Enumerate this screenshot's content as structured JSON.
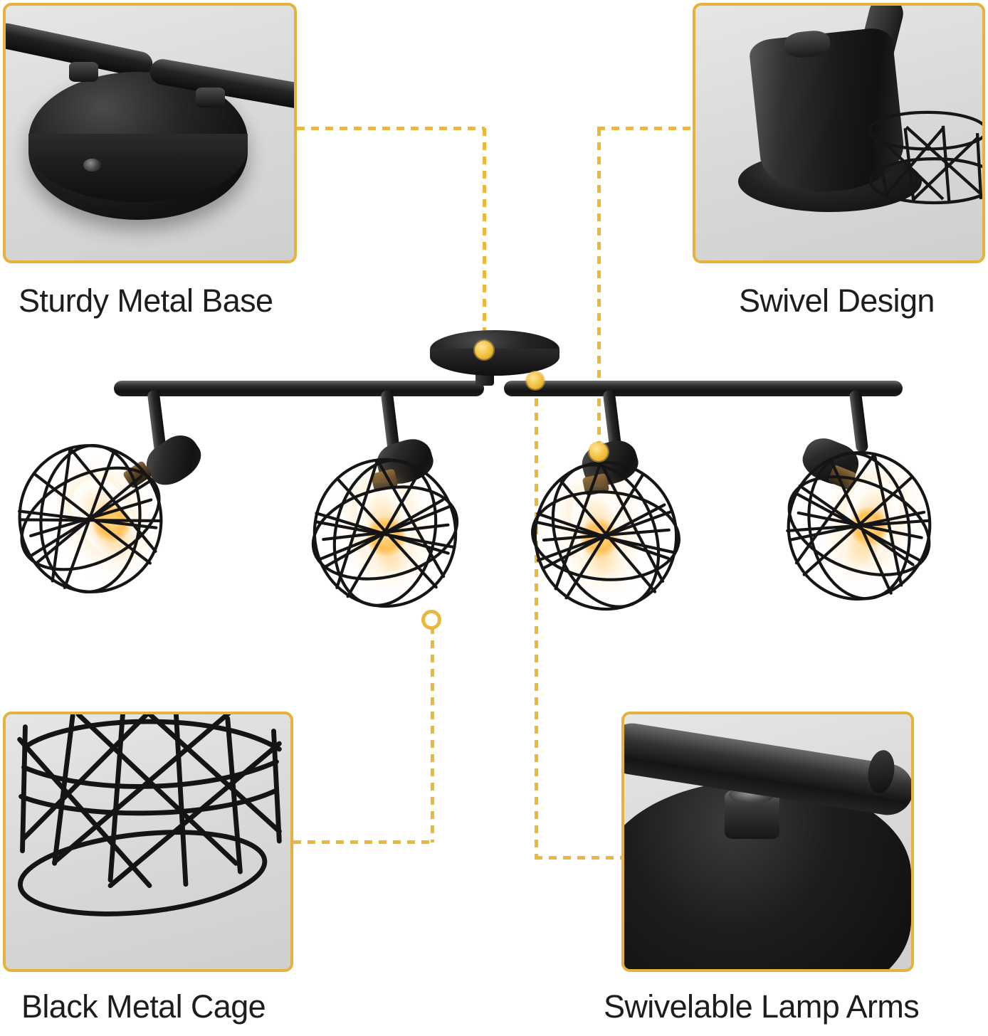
{
  "page": {
    "background_color": "#ffffff",
    "accent_color": "#e3b33a",
    "text_color": "#1d1d1d",
    "product_color": "#101010"
  },
  "callouts": [
    {
      "id": "sturdy-metal-base",
      "label": "Sturdy Metal Base",
      "position": "top-left",
      "photo_alt": "Close-up of the round matte black ceiling canopy plate with two lamp arm rods and a mounting screw",
      "border_color": "#e3b33a",
      "photo_background": "#dcdcdc"
    },
    {
      "id": "swivel-design",
      "label": "Swivel Design",
      "position": "top-right",
      "photo_alt": "Close-up of the black bell shaped spotlight head with swivel knob and wire cage",
      "border_color": "#e3b33a",
      "photo_background": "#dcdcdc"
    },
    {
      "id": "black-metal-cage",
      "label": "Black Metal Cage",
      "position": "bottom-left",
      "photo_alt": "Close-up of the geometric black wire cage shade lattice",
      "border_color": "#e3b33a",
      "photo_background": "#dcdcdc"
    },
    {
      "id": "swivelable-lamp-arms",
      "label": "Swivelable Lamp Arms",
      "position": "bottom-right",
      "photo_alt": "Close-up of the swivel joint knob where the lamp arm rod meets the base plate",
      "border_color": "#e3b33a",
      "photo_background": "#dcdcdc"
    }
  ],
  "product": {
    "name": "4-light black track ceiling spotlight fixture",
    "light_count": 4,
    "bar_color": "#101010",
    "bulb_glow_color": "#ffcd78"
  },
  "markers": [
    {
      "id": "marker-base-top",
      "style": "dot",
      "links_to": "sturdy-metal-base"
    },
    {
      "id": "marker-base-side",
      "style": "dot",
      "links_to": "swivelable-lamp-arms"
    },
    {
      "id": "marker-swivel",
      "style": "dot",
      "links_to": "swivel-design"
    },
    {
      "id": "marker-cage",
      "style": "ring",
      "links_to": "black-metal-cage"
    }
  ]
}
